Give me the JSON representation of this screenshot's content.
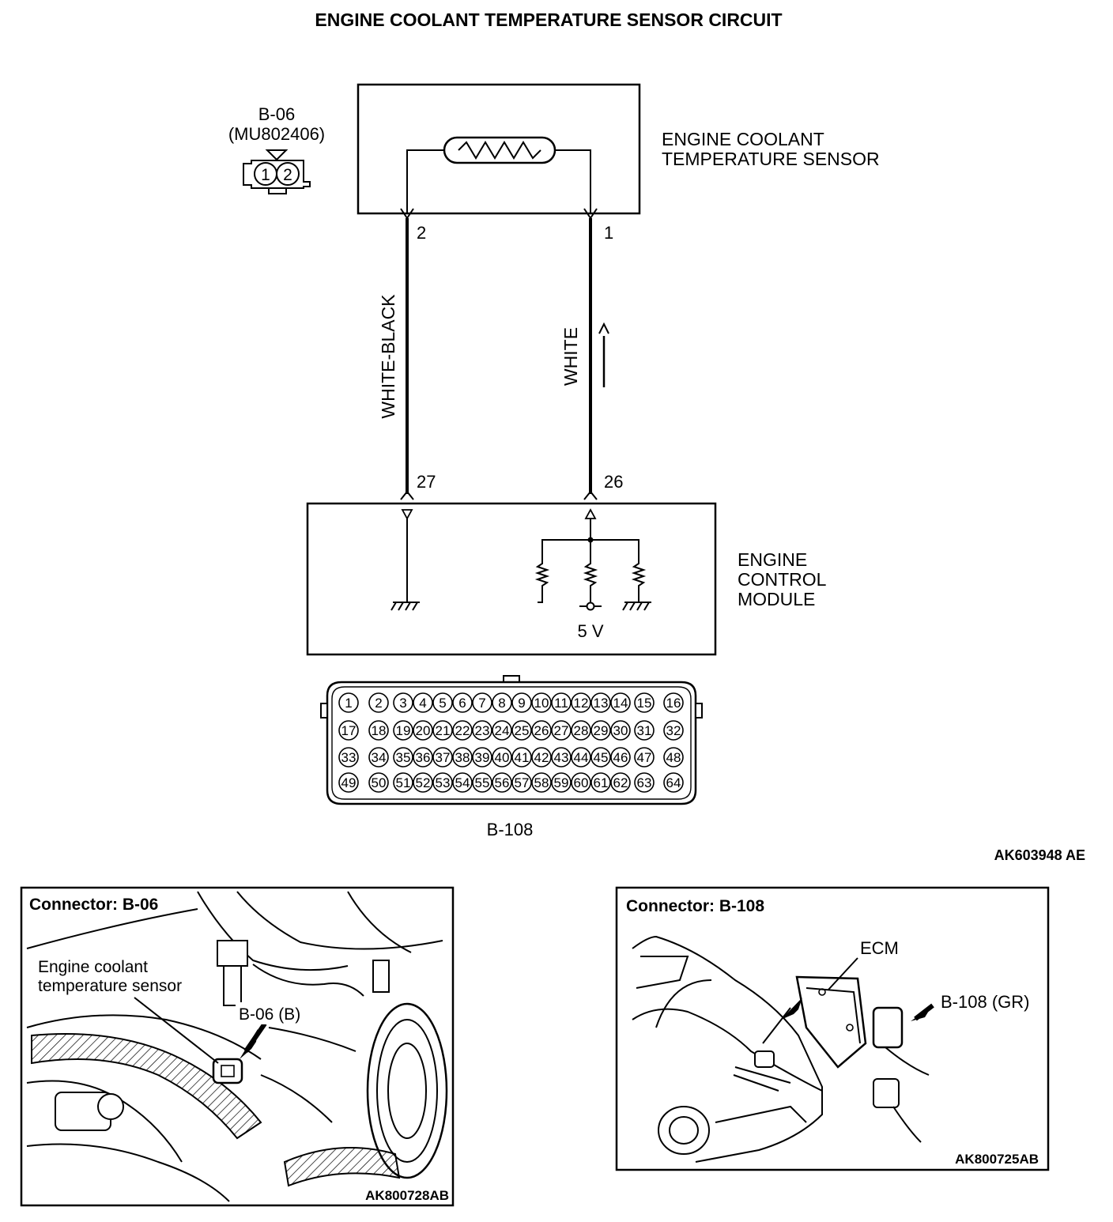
{
  "title": "ENGINE COOLANT TEMPERATURE SENSOR CIRCUIT",
  "sensor_connector": {
    "id": "B-06",
    "part": "(MU802406)",
    "pins": [
      "1",
      "2"
    ]
  },
  "sensor": {
    "label_line1": "ENGINE COOLANT",
    "label_line2": "TEMPERATURE SENSOR",
    "pin_left": "2",
    "pin_right": "1"
  },
  "wires": {
    "left": "WHITE-BLACK",
    "right": "WHITE"
  },
  "ecm": {
    "label_line1": "ENGINE",
    "label_line2": "CONTROL",
    "label_line3": "MODULE",
    "pin_left": "27",
    "pin_right": "26",
    "voltage": "5 V"
  },
  "ecm_connector": {
    "id": "B-108",
    "rows": [
      [
        "1",
        "2",
        "3",
        "4",
        "5",
        "6",
        "7",
        "8",
        "9",
        "10",
        "11",
        "12",
        "13",
        "14",
        "15",
        "16"
      ],
      [
        "17",
        "18",
        "19",
        "20",
        "21",
        "22",
        "23",
        "24",
        "25",
        "26",
        "27",
        "28",
        "29",
        "30",
        "31",
        "32"
      ],
      [
        "33",
        "34",
        "35",
        "36",
        "37",
        "38",
        "39",
        "40",
        "41",
        "42",
        "43",
        "44",
        "45",
        "46",
        "47",
        "48"
      ],
      [
        "49",
        "50",
        "51",
        "52",
        "53",
        "54",
        "55",
        "56",
        "57",
        "58",
        "59",
        "60",
        "61",
        "62",
        "63",
        "64"
      ]
    ]
  },
  "diagram_code": "AK603948 AE",
  "photo_left": {
    "title": "Connector: B-06",
    "callout_line1": "Engine coolant",
    "callout_line2": "temperature sensor",
    "connector_label": "B-06 (B)",
    "code": "AK800728AB"
  },
  "photo_right": {
    "title": "Connector: B-108",
    "ecm_label": "ECM",
    "connector_label": "B-108 (GR)",
    "code": "AK800725AB"
  }
}
